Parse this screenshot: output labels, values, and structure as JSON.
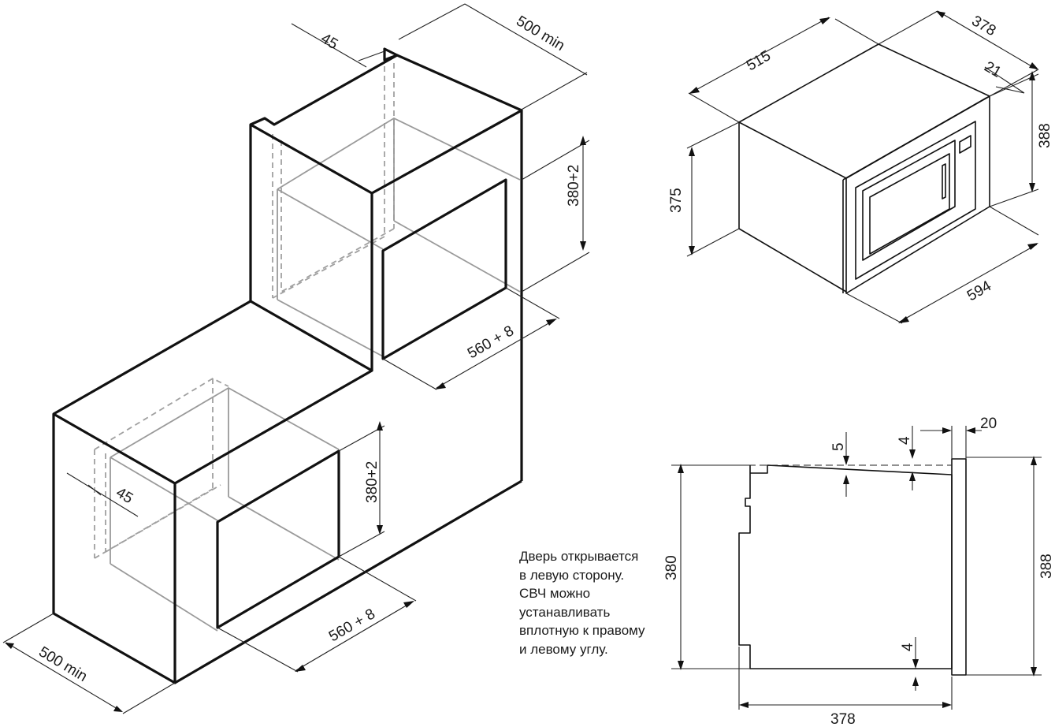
{
  "isometric": {
    "upper_width": "500 min",
    "upper_offset": "45",
    "upper_height": "380+2",
    "upper_depth": "560 + 8",
    "lower_offset": "45",
    "lower_height": "380+2",
    "lower_depth": "560 + 8",
    "lower_width": "500 min"
  },
  "appliance": {
    "depth": "378",
    "width": "515",
    "door": "21",
    "height": "388",
    "body_height": "375",
    "front_width": "594"
  },
  "side_view": {
    "door_thickness": "20",
    "top_gap": "5",
    "top_offset": "4",
    "body_height": "380",
    "overall_height": "388",
    "bottom_offset": "4",
    "depth": "378"
  },
  "note": {
    "lines": [
      "Дверь открывается",
      "в левую сторону.",
      "СВЧ можно",
      "устанавливать",
      "вплотную к правому",
      "и левому углу."
    ]
  }
}
